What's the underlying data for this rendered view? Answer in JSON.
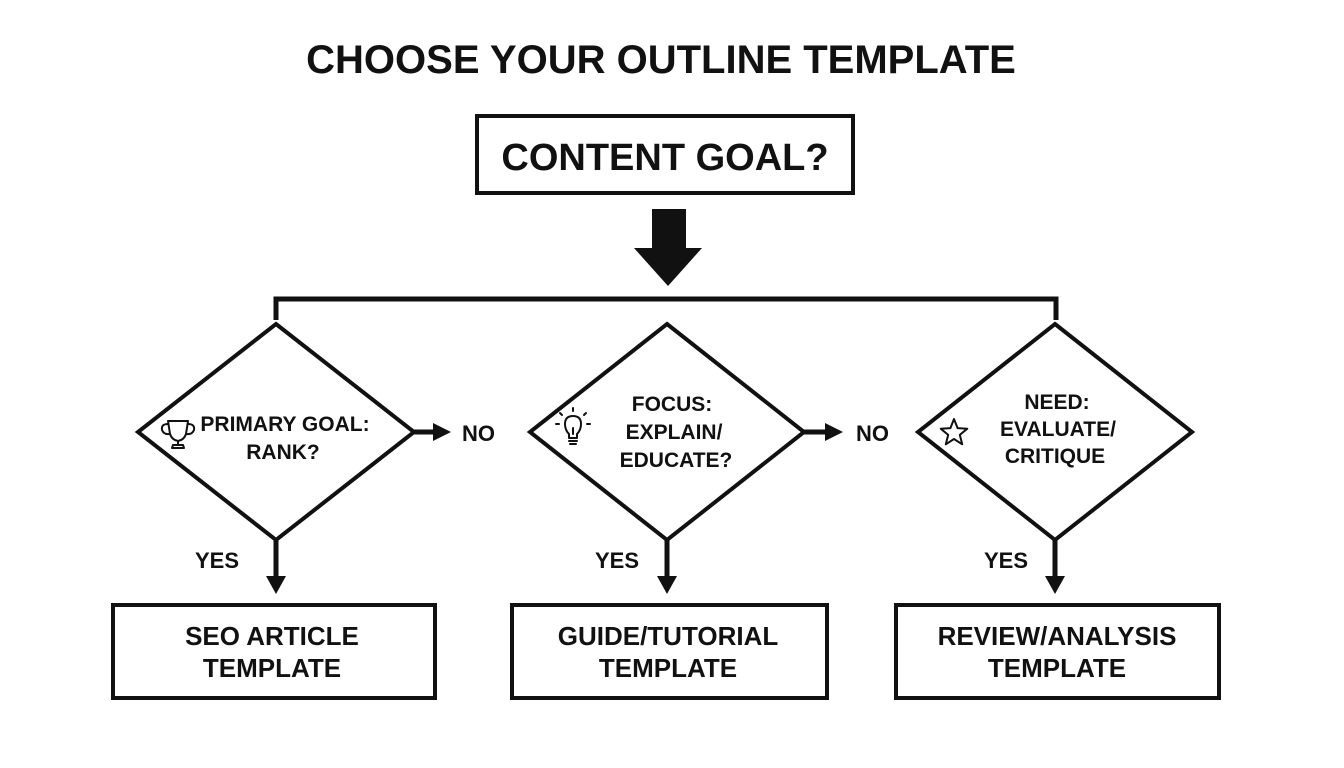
{
  "title": "CHOOSE YOUR OUTLINE TEMPLATE",
  "start": {
    "label": "CONTENT GOAL?"
  },
  "decisions": [
    {
      "lines": [
        "PRIMARY GOAL:",
        "RANK?"
      ],
      "icon": "trophy-icon",
      "no_label": "NO",
      "yes_label": "YES"
    },
    {
      "lines": [
        "FOCUS:",
        "EXPLAIN/",
        "EDUCATE?"
      ],
      "icon": "lightbulb-icon",
      "no_label": "NO",
      "yes_label": "YES"
    },
    {
      "lines": [
        "NEED:",
        "EVALUATE/",
        "CRITIQUE"
      ],
      "icon": "star-icon",
      "yes_label": "YES"
    }
  ],
  "templates": [
    {
      "lines": [
        "SEO ARTICLE",
        "TEMPLATE"
      ]
    },
    {
      "lines": [
        "GUIDE/TUTORIAL",
        "TEMPLATE"
      ]
    },
    {
      "lines": [
        "REVIEW/ANALYSIS",
        "TEMPLATE"
      ]
    }
  ]
}
